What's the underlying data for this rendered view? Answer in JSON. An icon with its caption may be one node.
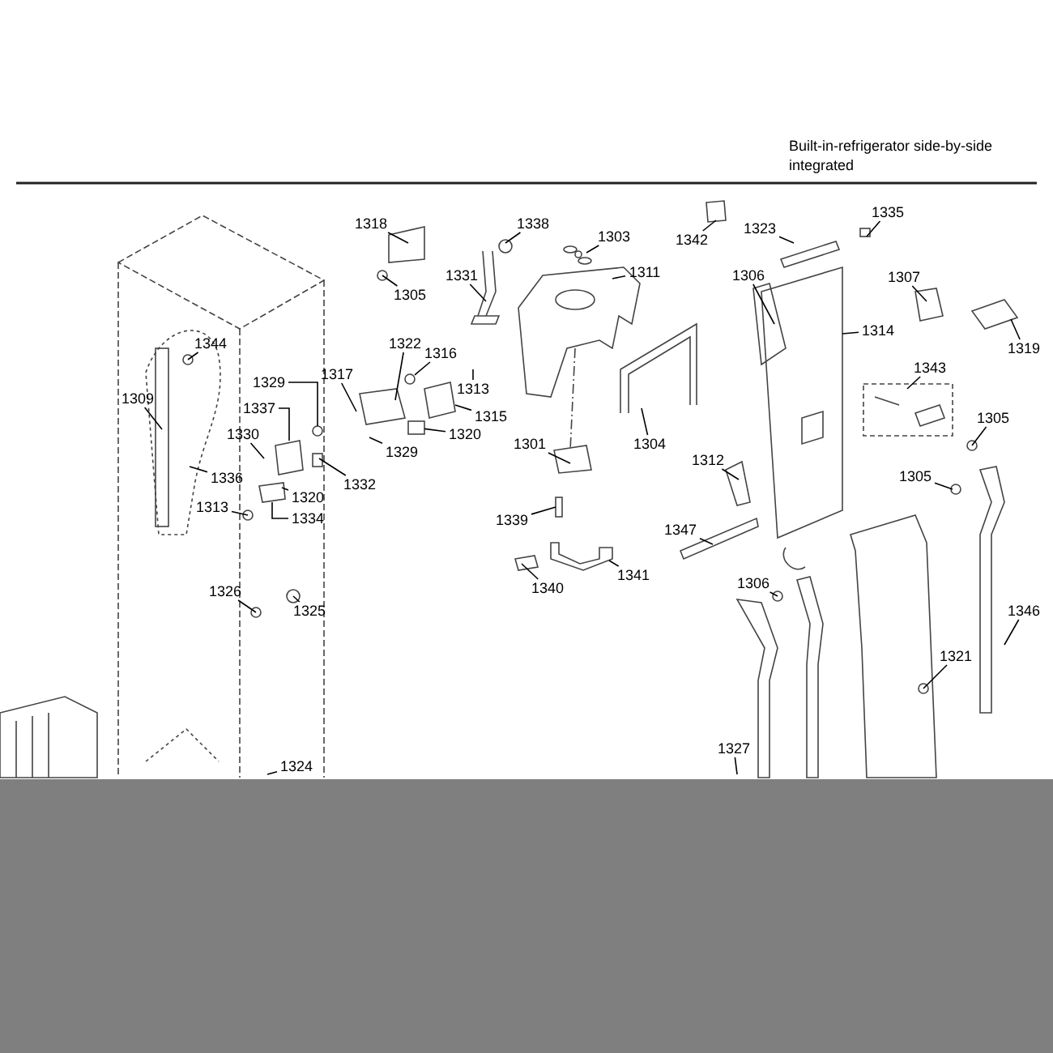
{
  "diagram": {
    "nodes": [
      {
        "text": [
          "1335"
        ]
      },
      {
        "text": [
          "1318"
        ]
      },
      {
        "text": [
          "1338"
        ]
      },
      {
        "text": [
          "1323"
        ]
      },
      {
        "text": [
          "1303"
        ]
      },
      {
        "text": [
          "1342"
        ]
      },
      {
        "text": [
          "1311"
        ]
      },
      {
        "text": [
          "1331"
        ]
      },
      {
        "text": [
          "1306"
        ]
      },
      {
        "text": [
          "1307"
        ]
      },
      {
        "text": [
          "1305"
        ]
      },
      {
        "text": [
          "1314"
        ]
      },
      {
        "text": [
          "1344"
        ]
      },
      {
        "text": [
          "1322"
        ]
      },
      {
        "text": [
          "1319"
        ]
      },
      {
        "text": [
          "1316"
        ]
      },
      {
        "text": [
          "1343"
        ]
      },
      {
        "text": [
          "1317"
        ]
      },
      {
        "text": [
          "1329"
        ]
      },
      {
        "text": [
          "1313"
        ]
      },
      {
        "text": [
          "1309"
        ]
      },
      {
        "text": [
          "1337"
        ]
      },
      {
        "text": [
          "1315"
        ]
      },
      {
        "text": [
          "1305"
        ]
      },
      {
        "text": [
          "1320"
        ]
      },
      {
        "text": [
          "1330"
        ]
      },
      {
        "text": [
          "1304"
        ]
      },
      {
        "text": [
          "1301"
        ]
      },
      {
        "text": [
          "1329"
        ]
      },
      {
        "text": [
          "1312"
        ]
      },
      {
        "text": [
          "1336"
        ]
      },
      {
        "text": [
          "1305"
        ]
      },
      {
        "text": [
          "1332"
        ]
      },
      {
        "text": [
          "1320"
        ]
      },
      {
        "text": [
          "1313"
        ]
      },
      {
        "text": [
          "1339"
        ]
      },
      {
        "text": [
          "1334"
        ]
      },
      {
        "text": [
          "1347"
        ]
      },
      {
        "text": [
          "1341"
        ]
      },
      {
        "text": [
          "1340"
        ]
      },
      {
        "text": [
          "1306"
        ]
      },
      {
        "text": [
          "1326"
        ]
      },
      {
        "text": [
          "1325"
        ]
      },
      {
        "text": [
          "1346"
        ]
      },
      {
        "text": [
          "1321"
        ]
      },
      {
        "text": [
          "1327"
        ]
      },
      {
        "text": [
          "1324"
        ]
      },
      {
        "text": [],
        "shape": "picture"
      },
      {
        "text": [],
        "shape": "picture"
      },
      {
        "text": [],
        "shape": "box"
      },
      {
        "text": [],
        "shape": "picture"
      },
      {
        "text": [],
        "shape": "circle"
      },
      {
        "text": [],
        "shape": "circle"
      }
    ],
    "edges": [
      {
        "from": 0,
        "to": null,
        "arrow": "none"
      },
      {
        "from": 1,
        "to": null,
        "arrow": "none"
      },
      {
        "from": 2,
        "to": null,
        "arrow": "none"
      },
      {
        "from": 3,
        "to": null,
        "arrow": "none"
      },
      {
        "from": 4,
        "to": null,
        "arrow": "none"
      },
      {
        "from": 5,
        "to": null,
        "arrow": "none"
      },
      {
        "from": 6,
        "to": null,
        "arrow": "none"
      },
      {
        "from": 7,
        "to": null,
        "arrow": "none"
      },
      {
        "from": 8,
        "to": null,
        "arrow": "none"
      },
      {
        "from": 9,
        "to": null,
        "arrow": "none"
      },
      {
        "from": 10,
        "to": null,
        "arrow": "none"
      },
      {
        "from": 11,
        "to": null,
        "arrow": "none"
      },
      {
        "from": 12,
        "to": null,
        "arrow": "none"
      },
      {
        "from": 13,
        "to": null,
        "arrow": "none"
      },
      {
        "from": 14,
        "to": null,
        "arrow": "none"
      },
      {
        "from": 15,
        "to": 52,
        "arrow": "none"
      },
      {
        "from": 16,
        "to": null,
        "arrow": "none"
      },
      {
        "from": 17,
        "to": null,
        "arrow": "none"
      },
      {
        "from": 18,
        "to": 51,
        "arrow": "none"
      },
      {
        "from": 19,
        "to": null,
        "arrow": "none"
      },
      {
        "from": 20,
        "to": null,
        "arrow": "none"
      },
      {
        "from": 21,
        "to": 47,
        "arrow": "none"
      },
      {
        "from": 22,
        "to": 48,
        "arrow": "none"
      },
      {
        "from": 23,
        "to": null,
        "arrow": "none"
      },
      {
        "from": 24,
        "to": 49,
        "arrow": "none"
      },
      {
        "from": 25,
        "to": null,
        "arrow": "none"
      },
      {
        "from": 26,
        "to": null,
        "arrow": "none"
      },
      {
        "from": 27,
        "to": null,
        "arrow": "none"
      },
      {
        "from": 28,
        "to": null,
        "arrow": "none"
      },
      {
        "from": 29,
        "to": null,
        "arrow": "none"
      },
      {
        "from": 30,
        "to": null,
        "arrow": "none"
      },
      {
        "from": 31,
        "to": null,
        "arrow": "none"
      },
      {
        "from": 32,
        "to": null,
        "arrow": "none"
      },
      {
        "from": 33,
        "to": null,
        "arrow": "none"
      },
      {
        "from": 34,
        "to": null,
        "arrow": "none"
      },
      {
        "from": 35,
        "to": null,
        "arrow": "none"
      },
      {
        "from": 36,
        "to": 50,
        "arrow": "none"
      },
      {
        "from": 37,
        "to": null,
        "arrow": "none"
      },
      {
        "from": 38,
        "to": null,
        "arrow": "none"
      },
      {
        "from": 39,
        "to": null,
        "arrow": "none"
      },
      {
        "from": 40,
        "to": null,
        "arrow": "none"
      },
      {
        "from": 41,
        "to": null,
        "arrow": "none"
      },
      {
        "from": 42,
        "to": null,
        "arrow": "none"
      },
      {
        "from": 43,
        "to": null,
        "arrow": "none"
      },
      {
        "from": 44,
        "to": null,
        "arrow": "none"
      },
      {
        "from": 45,
        "to": null,
        "arrow": "none"
      },
      {
        "from": 46,
        "to": null,
        "arrow": "none"
      }
    ],
    "labels": [
      "Built-in-refrigerator side-by-side integrated"
    ]
  }
}
